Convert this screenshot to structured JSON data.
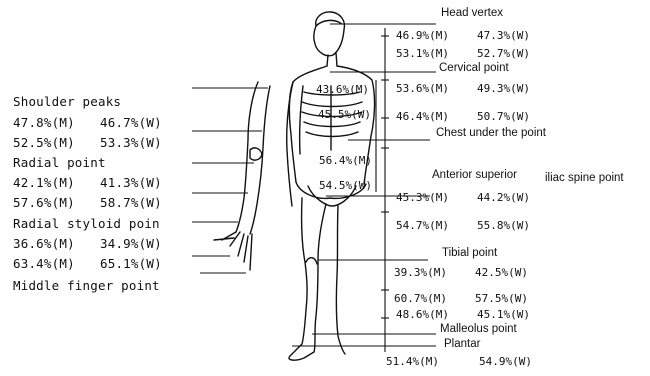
{
  "landmarks": {
    "head_vertex": "Head vertex",
    "cervical_point": "Cervical point",
    "chest_under": "Chest under the point",
    "asis_prefix": "Anterior superior",
    "asis_suffix": "iliac spine point",
    "tibial_point": "Tibial point",
    "malleolus_point": "Malleolus point",
    "plantar": "Plantar",
    "shoulder_peaks": "Shoulder peaks",
    "radial_point": "Radial point",
    "radial_styloid": "Radial styloid poin",
    "middle_finger": "Middle finger point"
  },
  "right_values": {
    "r1": [
      "46.9%(M)",
      "47.3%(W)"
    ],
    "r2": [
      "53.1%(M)",
      "52.7%(W)"
    ],
    "r3_vert": "43.6%(M)",
    "r3": [
      "53.6%(M)",
      "49.3%(W)"
    ],
    "r4_vert": "45.5%(W)",
    "r4": [
      "46.4%(M)",
      "50.7%(W)"
    ],
    "r5_vert": "56.4%(M)",
    "r6_vert": "54.5%(W)",
    "r6": [
      "45.3%(M)",
      "44.2%(W)"
    ],
    "r7": [
      "54.7%(M)",
      "55.8%(W)"
    ],
    "r8": [
      "39.3%(M)",
      "42.5%(W)"
    ],
    "r9": [
      "60.7%(M)",
      "57.5%(W)"
    ],
    "r10": [
      "48.6%(M)",
      "45.1%(W)"
    ],
    "r11": [
      "51.4%(M)",
      "54.9%(W)"
    ]
  },
  "arm_values": {
    "a1": [
      "47.8%(M)",
      "46.7%(W)"
    ],
    "a2": [
      "52.5%(M)",
      "53.3%(W)"
    ],
    "a3": [
      "42.1%(M)",
      "41.3%(W)"
    ],
    "a4": [
      "57.6%(M)",
      "58.7%(W)"
    ],
    "a5": [
      "36.6%(M)",
      "34.9%(W)"
    ],
    "a6": [
      "63.4%(M)",
      "65.1%(W)"
    ]
  }
}
